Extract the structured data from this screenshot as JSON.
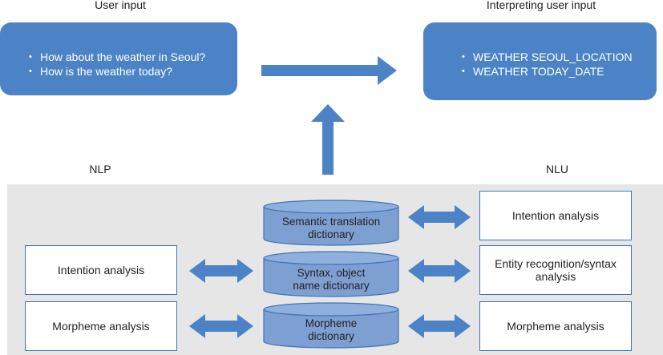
{
  "top": {
    "left_caption": "User input",
    "right_caption": "Interpreting user input",
    "user_input": [
      "How about the weather in Seoul?",
      "How is the weather today?"
    ],
    "interpretation": [
      "WEATHER SEOUL_LOCATION",
      "WEATHER TODAY_DATE"
    ]
  },
  "nlp": {
    "caption": "NLP",
    "boxes": [
      "Intention analysis",
      "Morpheme analysis"
    ]
  },
  "nlu": {
    "caption": "NLU",
    "boxes": [
      "Intention analysis",
      "Entity recognition/syntax analysis",
      "Morpheme analysis"
    ]
  },
  "dictionaries": [
    "Semantic translation dictionary",
    "Syntax, object name dictionary",
    "Morpheme dictionary"
  ],
  "colors": {
    "box_blue": "#4b83c6",
    "cylinder_fill": "#7e9fd2",
    "cylinder_top": "#8fb0df",
    "border": "#3e73b8",
    "panel": "#e6e6e6"
  }
}
